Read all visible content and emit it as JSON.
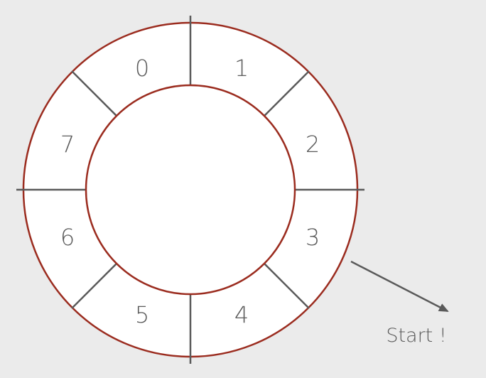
{
  "diagram": {
    "segments": [
      {
        "index": 0,
        "label": "0"
      },
      {
        "index": 1,
        "label": "1"
      },
      {
        "index": 2,
        "label": "2"
      },
      {
        "index": 3,
        "label": "3"
      },
      {
        "index": 4,
        "label": "4"
      },
      {
        "index": 5,
        "label": "5"
      },
      {
        "index": 6,
        "label": "6"
      },
      {
        "index": 7,
        "label": "7"
      }
    ],
    "start_annotation": "Start !",
    "colors": {
      "background": "#ebebeb",
      "ring_fill": "#ffffff",
      "ring_stroke": "#9b2c1f",
      "divider": "#5a5a5a",
      "arrow": "#5a5a5a",
      "text": "#5a5a5a"
    }
  }
}
